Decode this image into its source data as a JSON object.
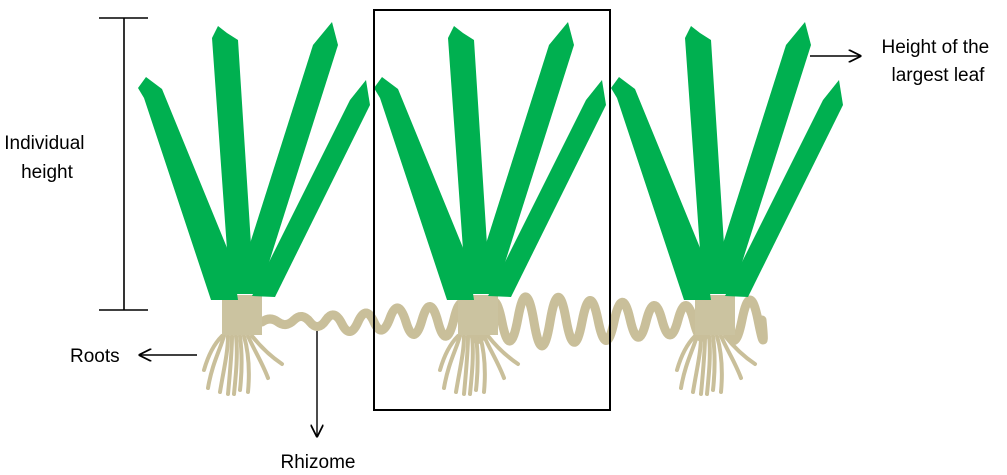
{
  "labels": {
    "individual_height": [
      "Individual",
      "height"
    ],
    "largest_leaf": [
      "Height of the",
      "largest leaf"
    ],
    "roots": "Roots",
    "rhizome": "Rhizome"
  },
  "colors": {
    "leaf": "#00b050",
    "root": "#c9bf9a",
    "stem_base": "#cbc3a0",
    "line": "#000000"
  },
  "plants": [
    {
      "name": "plant-left",
      "highlighted": false
    },
    {
      "name": "plant-center",
      "highlighted": true
    },
    {
      "name": "plant-right",
      "highlighted": false
    }
  ]
}
